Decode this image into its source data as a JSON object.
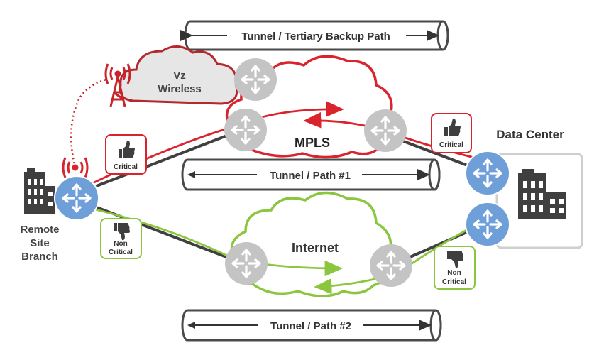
{
  "labels": {
    "tunnel_tertiary": "Tunnel / Tertiary Backup Path",
    "tunnel_path1": "Tunnel / Path #1",
    "tunnel_path2": "Tunnel / Path #2",
    "vz_line1": "Vz",
    "vz_line2": "Wireless",
    "mpls": "MPLS",
    "internet": "Internet",
    "data_center": "Data Center",
    "remote_line1": "Remote",
    "remote_line2": "Site",
    "remote_line3": "Branch",
    "badge_critical_left": "Critical",
    "badge_critical_right": "Critical",
    "badge_noncritical_left_1": "Non",
    "badge_noncritical_left_2": "Critical",
    "badge_noncritical_right_1": "Non",
    "badge_noncritical_right_2": "Critical"
  },
  "colors": {
    "red": "#d9232d",
    "green": "#8cc63f",
    "router_blue": "#6f9fd8",
    "router_gray": "#c4c4c4",
    "dark_gray": "#3f3f3f",
    "line_gray": "#404040"
  },
  "icons": [
    "cell-tower-icon",
    "building-icon",
    "router-icon",
    "thumbs-up-icon",
    "thumbs-down-icon",
    "wireless-signal-icon"
  ]
}
